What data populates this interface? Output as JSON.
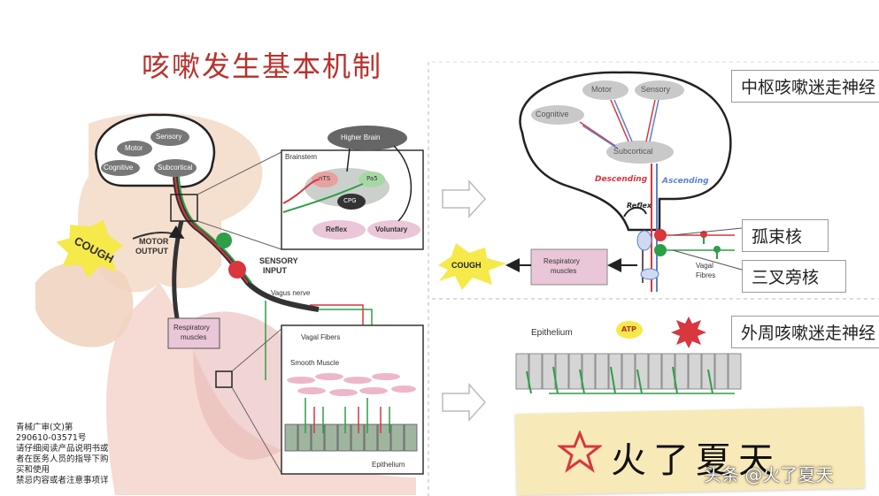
{
  "title": "咳嗽发生基本机制",
  "left_panel": {
    "brain": {
      "sensory": "Sensory",
      "motor": "Motor",
      "cognitive": "Cognitive",
      "subcortical": "Subcortical"
    },
    "cough": "COUGH",
    "motor_output_line1": "MOTOR",
    "motor_output_line2": "OUTPUT",
    "sensory_input_line1": "SENSORY",
    "sensory_input_line2": "INPUT",
    "vagus_nerve": "Vagus nerve",
    "respiratory_muscles_line1": "Respiratory",
    "respiratory_muscles_line2": "muscles",
    "brainstem_inset": {
      "title": "Brainstem",
      "higher_brain": "Higher Brain",
      "nts": "nTS",
      "pa5": "Pa5",
      "cpg": "CPG",
      "reflex": "Reflex",
      "voluntary": "Voluntary"
    },
    "airway_inset": {
      "vagal_fibers": "Vagal Fibers",
      "smooth_muscle": "Smooth Muscle",
      "epithelium": "Epithelium"
    }
  },
  "right_top": {
    "label": "中枢咳嗽迷走神经",
    "motor": "Motor",
    "sensory": "Sensory",
    "cognitive": "Cognitive",
    "subcortical": "Subcortical",
    "descending": "Descending",
    "ascending": "Ascending",
    "reflex": "Reflex",
    "vagal_fibres_line1": "Vagal",
    "vagal_fibres_line2": "Fibres",
    "cough": "COUGH",
    "respiratory_muscles_line1": "Respiratory",
    "respiratory_muscles_line2": "muscles",
    "nucleus_1": "孤束核",
    "nucleus_2": "三叉旁核"
  },
  "right_bottom": {
    "label": "外周咳嗽迷走神经",
    "epithelium": "Epithelium",
    "atp": "ATP"
  },
  "disclaimer": [
    "青械广审(文)第",
    "290610-03571号",
    "请仔细阅读产品说明书或",
    "者在医务人员的指导下购",
    "买和使用",
    "禁忌内容或者注意事项详"
  ],
  "sticky_note": "火了夏天",
  "watermark": "头条 @火了夏天",
  "colors": {
    "title": "#b8322c",
    "red_nerve": "#d9363e",
    "green_nerve": "#2e9e48",
    "blue_nerve": "#5b7fd1",
    "pink_box": "#e9c6d8",
    "cough_burst": "#f6e94a",
    "sticky": "#f8e9b8"
  }
}
